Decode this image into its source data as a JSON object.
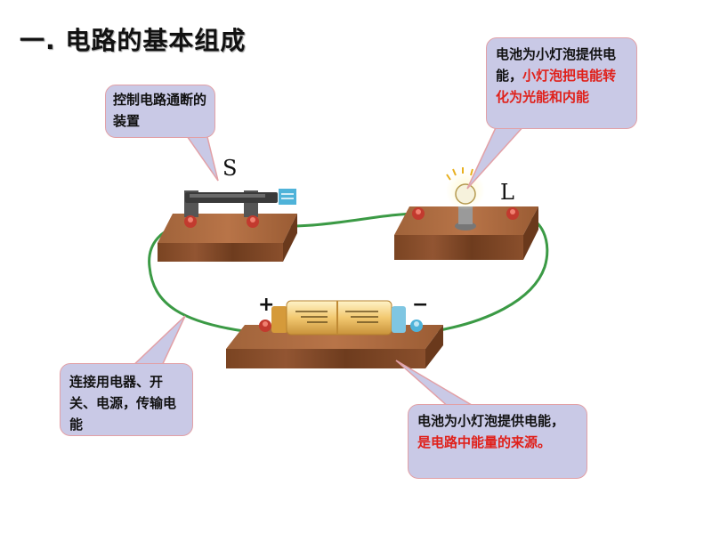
{
  "title": "一. 电路的基本组成",
  "labels": {
    "switch": "S",
    "lamp": "L",
    "plus": "+",
    "minus": "−"
  },
  "callouts": {
    "switch": {
      "text": "控制电路通断的装置"
    },
    "lamp": {
      "text_black": "电池为小灯泡提供电能，",
      "text_red": "小灯泡把电能转化为光能和内能"
    },
    "wire": {
      "text": "连接用电器、开关、电源，传输电能"
    },
    "battery": {
      "text_black": "电池为小灯泡提供电能，",
      "text_red": "是电路中能量的来源。"
    }
  }
}
